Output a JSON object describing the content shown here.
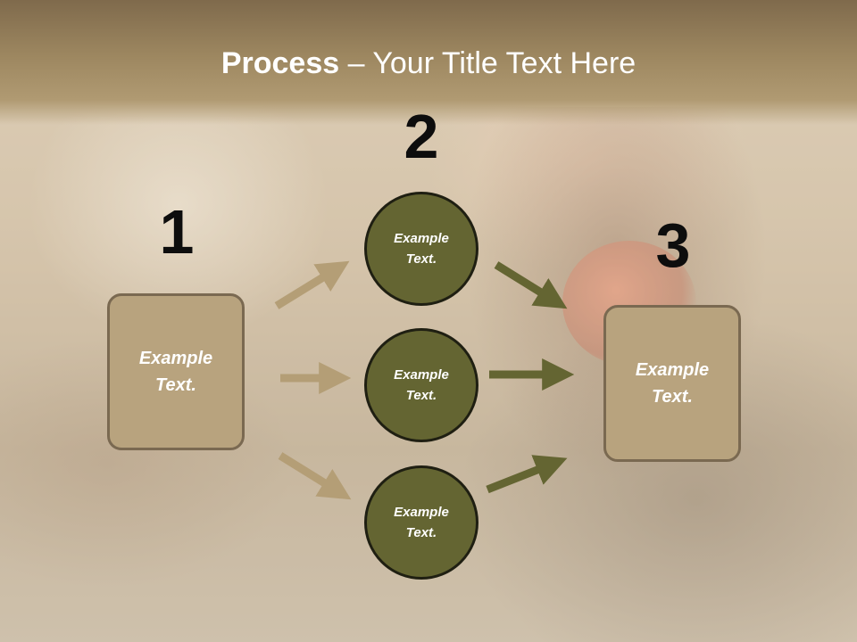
{
  "title": {
    "bold": "Process",
    "rest": " – Your Title Text Here"
  },
  "steps": [
    "1",
    "2",
    "3"
  ],
  "left_box": {
    "label": "Example\nText."
  },
  "circles": [
    {
      "label": "Example\nText."
    },
    {
      "label": "Example\nText."
    },
    {
      "label": "Example\nText."
    }
  ],
  "right_box": {
    "label": "Example\nText."
  },
  "colors": {
    "title_band": "#9d8760",
    "box_fill": "#b8a37e",
    "box_border": "#7a6951",
    "circle_fill": "#646532",
    "circle_border": "#1f1f12",
    "arrow_light": "#b49e76",
    "arrow_dark": "#646532"
  }
}
